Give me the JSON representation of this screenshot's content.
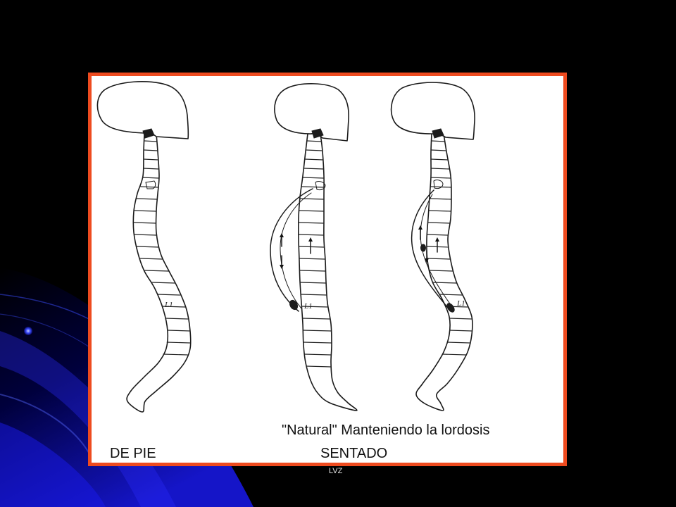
{
  "slide": {
    "background_color": "#000000",
    "accent_color": "#1e1ed2",
    "frame_border_color": "#ee4b1f",
    "footer_text": "LVZ"
  },
  "figure": {
    "labels": {
      "standing": "DE PIE",
      "sitting": "SENTADO",
      "natural_caption": "\"Natural\" Manteniendo la lordosis"
    },
    "vertebra_labels": [
      "L1",
      "L1",
      "L1"
    ]
  }
}
